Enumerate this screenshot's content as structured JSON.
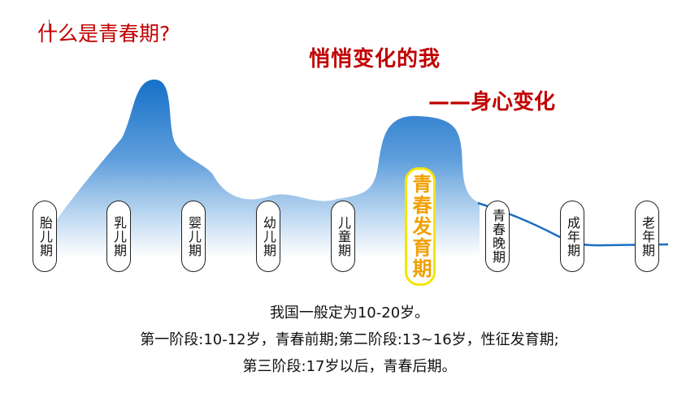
{
  "question": "什么是青春期?",
  "title_line1": "悄悄变化的我",
  "title_line2": "——身心变化",
  "stages": [
    {
      "label": "胎儿期",
      "highlight": false
    },
    {
      "label": "乳儿期",
      "highlight": false
    },
    {
      "label": "婴儿期",
      "highlight": false
    },
    {
      "label": "幼儿期",
      "highlight": false
    },
    {
      "label": "儿童期",
      "highlight": false
    },
    {
      "label": "青春发育期",
      "highlight": true
    },
    {
      "label": "青春晚期",
      "highlight": false
    },
    {
      "label": "成年期",
      "highlight": false
    },
    {
      "label": "老年期",
      "highlight": false
    }
  ],
  "description": {
    "line1": "我国一般定为10-20岁。",
    "line2": "第一阶段:10-12岁，青春前期;第二阶段:13~16岁，性征发育期;",
    "line3": "第三阶段:17岁以后，青春后期。"
  },
  "colors": {
    "title": "#c00000",
    "curve": "#1a6fc2",
    "highlight_border": "#f5e500",
    "highlight_text": "#f0a000"
  }
}
